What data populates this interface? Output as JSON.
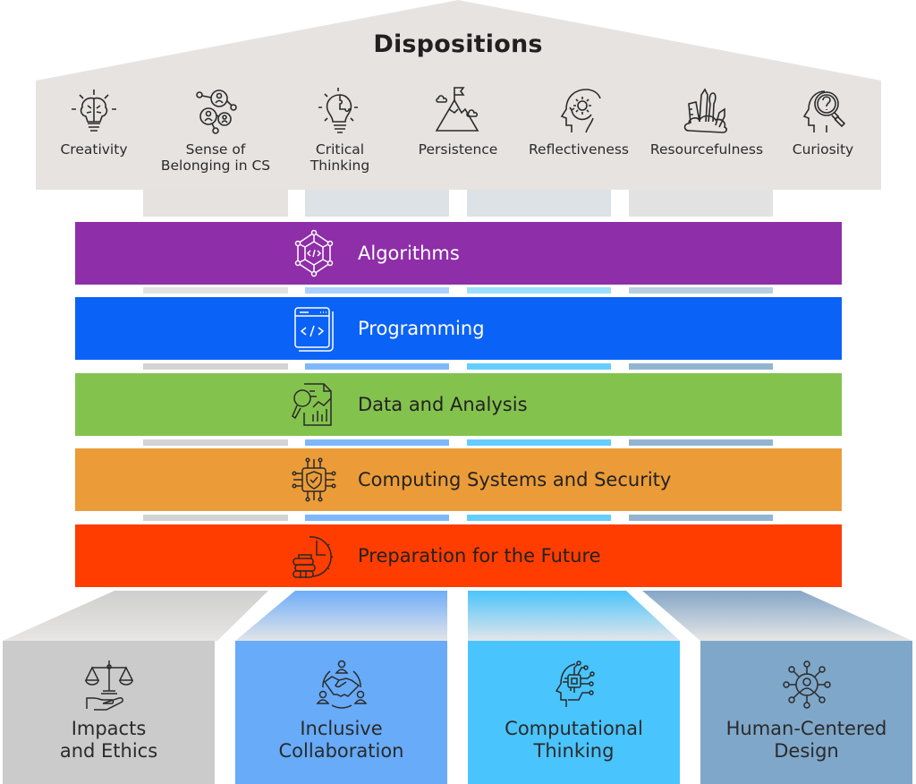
{
  "header": {
    "title": "Dispositions"
  },
  "dispositions": [
    {
      "label": "Creativity",
      "icon": "brain-lightbulb-icon"
    },
    {
      "label": "Sense of Belonging in CS",
      "line1": "Sense of",
      "line2": "Belonging in CS",
      "icon": "people-network-icon"
    },
    {
      "label": "Critical Thinking",
      "line1": "Critical",
      "line2": "Thinking",
      "icon": "lightbulb-puzzle-icon"
    },
    {
      "label": "Persistence",
      "icon": "mountain-flag-icon"
    },
    {
      "label": "Reflectiveness",
      "icon": "head-gear-icon"
    },
    {
      "label": "Resourcefulness",
      "icon": "art-supplies-icon"
    },
    {
      "label": "Curiosity",
      "icon": "head-magnifier-icon"
    }
  ],
  "bands": [
    {
      "label": "Algorithms",
      "icon": "algorithm-network-icon",
      "color": "#8e2ea8",
      "text_color": "#ffffff"
    },
    {
      "label": "Programming",
      "icon": "code-window-icon",
      "color": "#0b62f7",
      "text_color": "#ffffff"
    },
    {
      "label": "Data and Analysis",
      "icon": "data-chart-magnifier-icon",
      "color": "#84c24e",
      "text_color": "#222222"
    },
    {
      "label": "Computing Systems and Security",
      "icon": "chip-shield-icon",
      "color": "#eb9c39",
      "text_color": "#222222"
    },
    {
      "label": "Preparation for the Future",
      "icon": "clock-books-icon",
      "color": "#ff3d00",
      "text_color": "#222222"
    }
  ],
  "pillars": [
    {
      "line1": "Impacts",
      "line2": "and Ethics",
      "icon": "scales-hand-icon",
      "color": "#cbcbcb"
    },
    {
      "line1": "Inclusive",
      "line2": "Collaboration",
      "icon": "handshake-people-icon",
      "color": "#67abf9"
    },
    {
      "line1": "Computational",
      "line2": "Thinking",
      "icon": "head-circuit-icon",
      "color": "#4ac4fd"
    },
    {
      "line1": "Human-Centered",
      "line2": "Design",
      "icon": "person-network-icon",
      "color": "#7fa7c9"
    }
  ]
}
